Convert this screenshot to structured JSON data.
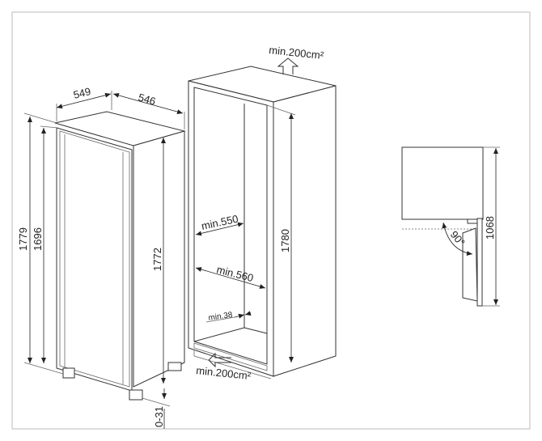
{
  "fridge": {
    "depth": "549",
    "width": "546",
    "total_height": "1779",
    "door_height": "1696",
    "body_height": "1772",
    "feet_adjust": "0-31"
  },
  "cabinet": {
    "top_vent": "min.200cm²",
    "bottom_vent": "min.200cm²",
    "inner_depth": "min.550",
    "inner_width": "min.560",
    "panel_thickness": "min.38",
    "height": "1780"
  },
  "door_view": {
    "opening_angle": "90°",
    "height": "1068"
  }
}
